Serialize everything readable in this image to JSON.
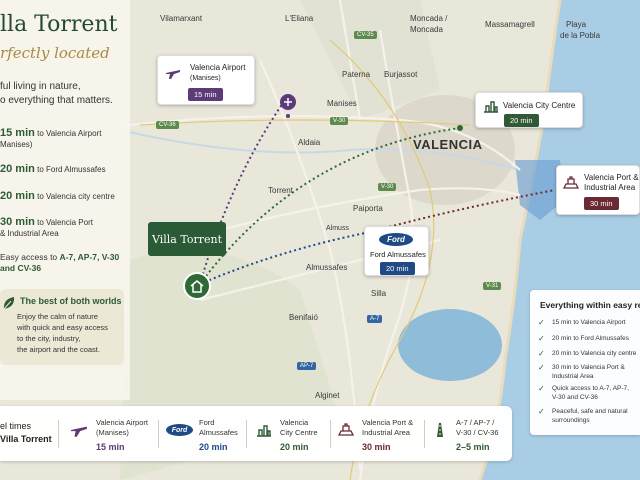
{
  "colors": {
    "brand_green": "#2b5a37",
    "gold": "#a88a44",
    "purple": "#5d3a78",
    "navy": "#1f4a85",
    "maroon": "#6b2a33",
    "sea": "#a9cde5"
  },
  "brand": {
    "title": "lla Torrent",
    "subtitle": "rfectly located"
  },
  "intro": {
    "line1": "ful living in nature,",
    "line2": "o everything that matters."
  },
  "times": [
    {
      "time": "15 min",
      "text": "to Valencia Airport",
      "sub": "Manises)"
    },
    {
      "time": "20 min",
      "text": "to Ford Almussafes",
      "sub": ""
    },
    {
      "time": "20 min",
      "text": "to Valencia city centre",
      "sub": ""
    },
    {
      "time": "30 min",
      "text": "to Valencia Port",
      "sub": "& Industrial Area"
    }
  ],
  "access": {
    "line1_pre": "Easy access to ",
    "line1_bold": "A-7, AP-7, V-30",
    "line2_bold": "and CV-36"
  },
  "best": {
    "heading": "The best of both worlds",
    "line1": "Enjoy the calm of nature",
    "line2": "with quick and easy access",
    "line3": "to the city, industry,",
    "line4": "the airport and the coast."
  },
  "places": {
    "vilamarxant": "Vilamarxant",
    "eliana": "L'Eliana",
    "moncada": "Moncada /",
    "moncada2": "Moncada",
    "massamagrell": "Massamagrell",
    "playa": "Playa",
    "pobla": "de la Pobla",
    "paterna": "Paterna",
    "burjassot": "Burjassot",
    "manises": "Manises",
    "aldaia": "Aldaia",
    "valencia": "VALENCIA",
    "torrent": "Torrent",
    "paiporta": "Paiporta",
    "almussafes_road": "Almuss",
    "almussafes": "Almussafes",
    "silla": "Silla",
    "benifaio": "Benifaió",
    "alginet": "Alginet"
  },
  "roads": {
    "cv35": "CV-35",
    "cv36": "CV-36",
    "v30a": "V-30",
    "v30b": "V-30",
    "v31": "V-31",
    "a7": "A-7",
    "ap7": "AP-7"
  },
  "callouts": {
    "airport_name": "Valencia Airport",
    "airport_sub": "(Manises)",
    "airport_time": "15 min",
    "city_name": "Valencia City Centre",
    "city_time": "20 min",
    "port_name1": "Valencia Port &",
    "port_name2": "Industrial Area",
    "port_time": "30 min",
    "ford_logo": "Ford",
    "ford_name": "Ford Almussafes",
    "ford_time": "20 min",
    "villa": "Villa Torrent"
  },
  "right_panel": {
    "heading": "Everything within easy reac",
    "items": [
      [
        "15 min to Valencia Airport",
        ""
      ],
      [
        "20 min to Ford Almussafes",
        ""
      ],
      [
        "20 min to Valencia city centre",
        ""
      ],
      [
        "30 min to Valencia Port &",
        "Industrial Area"
      ],
      [
        "Quick access to A-7, AP-7,",
        "V-30 and CV-36"
      ],
      [
        "Peaceful, safe and natural",
        "surroundings"
      ]
    ]
  },
  "bottom": {
    "title1": "el times",
    "title2": "Villa Torrent",
    "items": [
      {
        "l1": "Valencia Airport",
        "l2": "(Manises)",
        "val": "15 min",
        "color": "#5d3a78",
        "icon": "plane-icon"
      },
      {
        "l1": "Ford",
        "l2": "Almussafes",
        "val": "20 min",
        "color": "#1f4a85",
        "icon": "ford-logo-icon",
        "logo": "Ford"
      },
      {
        "l1": "Valencia",
        "l2": "City Centre",
        "val": "20 min",
        "color": "#2f5a35",
        "icon": "city-building-icon"
      },
      {
        "l1": "Valencia Port &",
        "l2": "Industrial Area",
        "val": "30 min",
        "color": "#6b2a33",
        "icon": "port-icon"
      },
      {
        "l1": "A-7 / AP-7 /",
        "l2": "V-30 / CV-36",
        "val": "2–5 min",
        "color": "#2f5a35",
        "icon": "highway-icon"
      }
    ]
  }
}
